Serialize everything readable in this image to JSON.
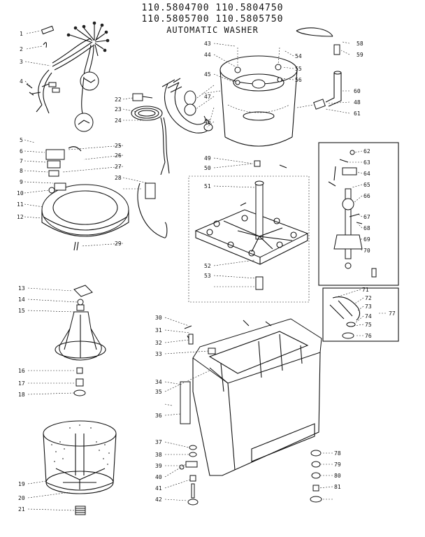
{
  "header": {
    "line1": "110.5804700 110.5804750",
    "line2": "110.5805700 110.5805750",
    "line3": "AUTOMATIC WASHER"
  },
  "callouts": [
    {
      "n": "1",
      "side": "left"
    },
    {
      "n": "2",
      "side": "left"
    },
    {
      "n": "3",
      "side": "left"
    },
    {
      "n": "4",
      "side": "left"
    },
    {
      "n": "5",
      "side": "left"
    },
    {
      "n": "6",
      "side": "left"
    },
    {
      "n": "7",
      "side": "left"
    },
    {
      "n": "8",
      "side": "left"
    },
    {
      "n": "9",
      "side": "left"
    },
    {
      "n": "10",
      "side": "left"
    },
    {
      "n": "11",
      "side": "left"
    },
    {
      "n": "12",
      "side": "left"
    },
    {
      "n": "13",
      "side": "left"
    },
    {
      "n": "14",
      "side": "left"
    },
    {
      "n": "15",
      "side": "left"
    },
    {
      "n": "16",
      "side": "left"
    },
    {
      "n": "17",
      "side": "left"
    },
    {
      "n": "18",
      "side": "left"
    },
    {
      "n": "19",
      "side": "left"
    },
    {
      "n": "20",
      "side": "left"
    },
    {
      "n": "21",
      "side": "left"
    },
    {
      "n": "22",
      "side": "mid"
    },
    {
      "n": "23",
      "side": "mid"
    },
    {
      "n": "24",
      "side": "mid"
    },
    {
      "n": "25",
      "side": "mid"
    },
    {
      "n": "26",
      "side": "mid"
    },
    {
      "n": "27",
      "side": "mid"
    },
    {
      "n": "28",
      "side": "mid"
    },
    {
      "n": "29",
      "side": "mid"
    },
    {
      "n": "30",
      "side": "mid"
    },
    {
      "n": "31",
      "side": "mid"
    },
    {
      "n": "32",
      "side": "mid"
    },
    {
      "n": "33",
      "side": "mid"
    },
    {
      "n": "34",
      "side": "mid"
    },
    {
      "n": "35",
      "side": "mid"
    },
    {
      "n": "36",
      "side": "mid"
    },
    {
      "n": "37",
      "side": "mid"
    },
    {
      "n": "38",
      "side": "mid"
    },
    {
      "n": "39",
      "side": "mid"
    },
    {
      "n": "40",
      "side": "mid"
    },
    {
      "n": "41",
      "side": "mid"
    },
    {
      "n": "42",
      "side": "mid"
    },
    {
      "n": "43",
      "side": "mid"
    },
    {
      "n": "44",
      "side": "mid"
    },
    {
      "n": "45",
      "side": "mid"
    },
    {
      "n": "46",
      "side": "mid"
    },
    {
      "n": "47",
      "side": "mid"
    },
    {
      "n": "48",
      "side": "right"
    },
    {
      "n": "49",
      "side": "mid"
    },
    {
      "n": "50",
      "side": "mid"
    },
    {
      "n": "51",
      "side": "mid"
    },
    {
      "n": "52",
      "side": "mid"
    },
    {
      "n": "53",
      "side": "mid"
    },
    {
      "n": "54",
      "side": "right"
    },
    {
      "n": "55",
      "side": "right"
    },
    {
      "n": "56",
      "side": "right"
    },
    {
      "n": "58",
      "side": "right"
    },
    {
      "n": "59",
      "side": "right"
    },
    {
      "n": "60",
      "side": "right"
    },
    {
      "n": "61",
      "side": "right"
    },
    {
      "n": "62",
      "side": "right"
    },
    {
      "n": "63",
      "side": "right"
    },
    {
      "n": "64",
      "side": "right"
    },
    {
      "n": "65",
      "side": "right"
    },
    {
      "n": "66",
      "side": "right"
    },
    {
      "n": "67",
      "side": "right"
    },
    {
      "n": "68",
      "side": "right"
    },
    {
      "n": "69",
      "side": "right"
    },
    {
      "n": "70",
      "side": "right"
    },
    {
      "n": "71",
      "side": "right"
    },
    {
      "n": "72",
      "side": "right"
    },
    {
      "n": "73",
      "side": "right"
    },
    {
      "n": "74",
      "side": "right"
    },
    {
      "n": "75",
      "side": "right"
    },
    {
      "n": "76",
      "side": "right"
    },
    {
      "n": "77",
      "side": "right"
    },
    {
      "n": "78",
      "side": "right"
    },
    {
      "n": "79",
      "side": "right"
    },
    {
      "n": "80",
      "side": "right"
    },
    {
      "n": "81",
      "side": "right"
    }
  ]
}
